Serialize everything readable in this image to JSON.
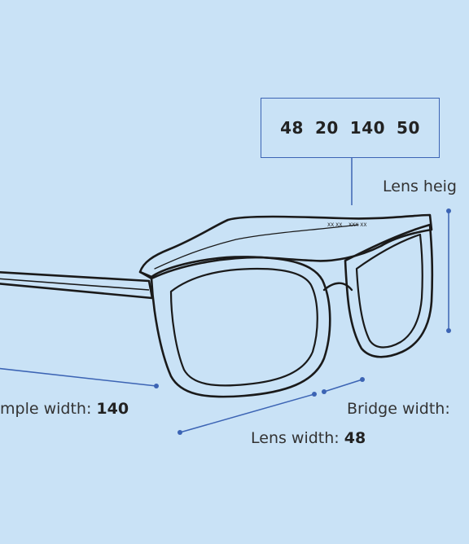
{
  "size_code": {
    "lens": "48",
    "bridge": "20",
    "temple": "140",
    "height": "50"
  },
  "frame_print": {
    "left": "XX XX",
    "right": "XXX XX"
  },
  "labels": {
    "lens_height": {
      "text": "Lens heig",
      "value": ""
    },
    "temple_width": {
      "text": "mple width: ",
      "value": "140"
    },
    "bridge_width": {
      "text": "Bridge width: ",
      "value": ""
    },
    "lens_width": {
      "text": "Lens width: ",
      "value": "48"
    }
  },
  "colors": {
    "background": "#c9e2f6",
    "accent": "#3c64b4",
    "outline": "#1a1a1a"
  }
}
